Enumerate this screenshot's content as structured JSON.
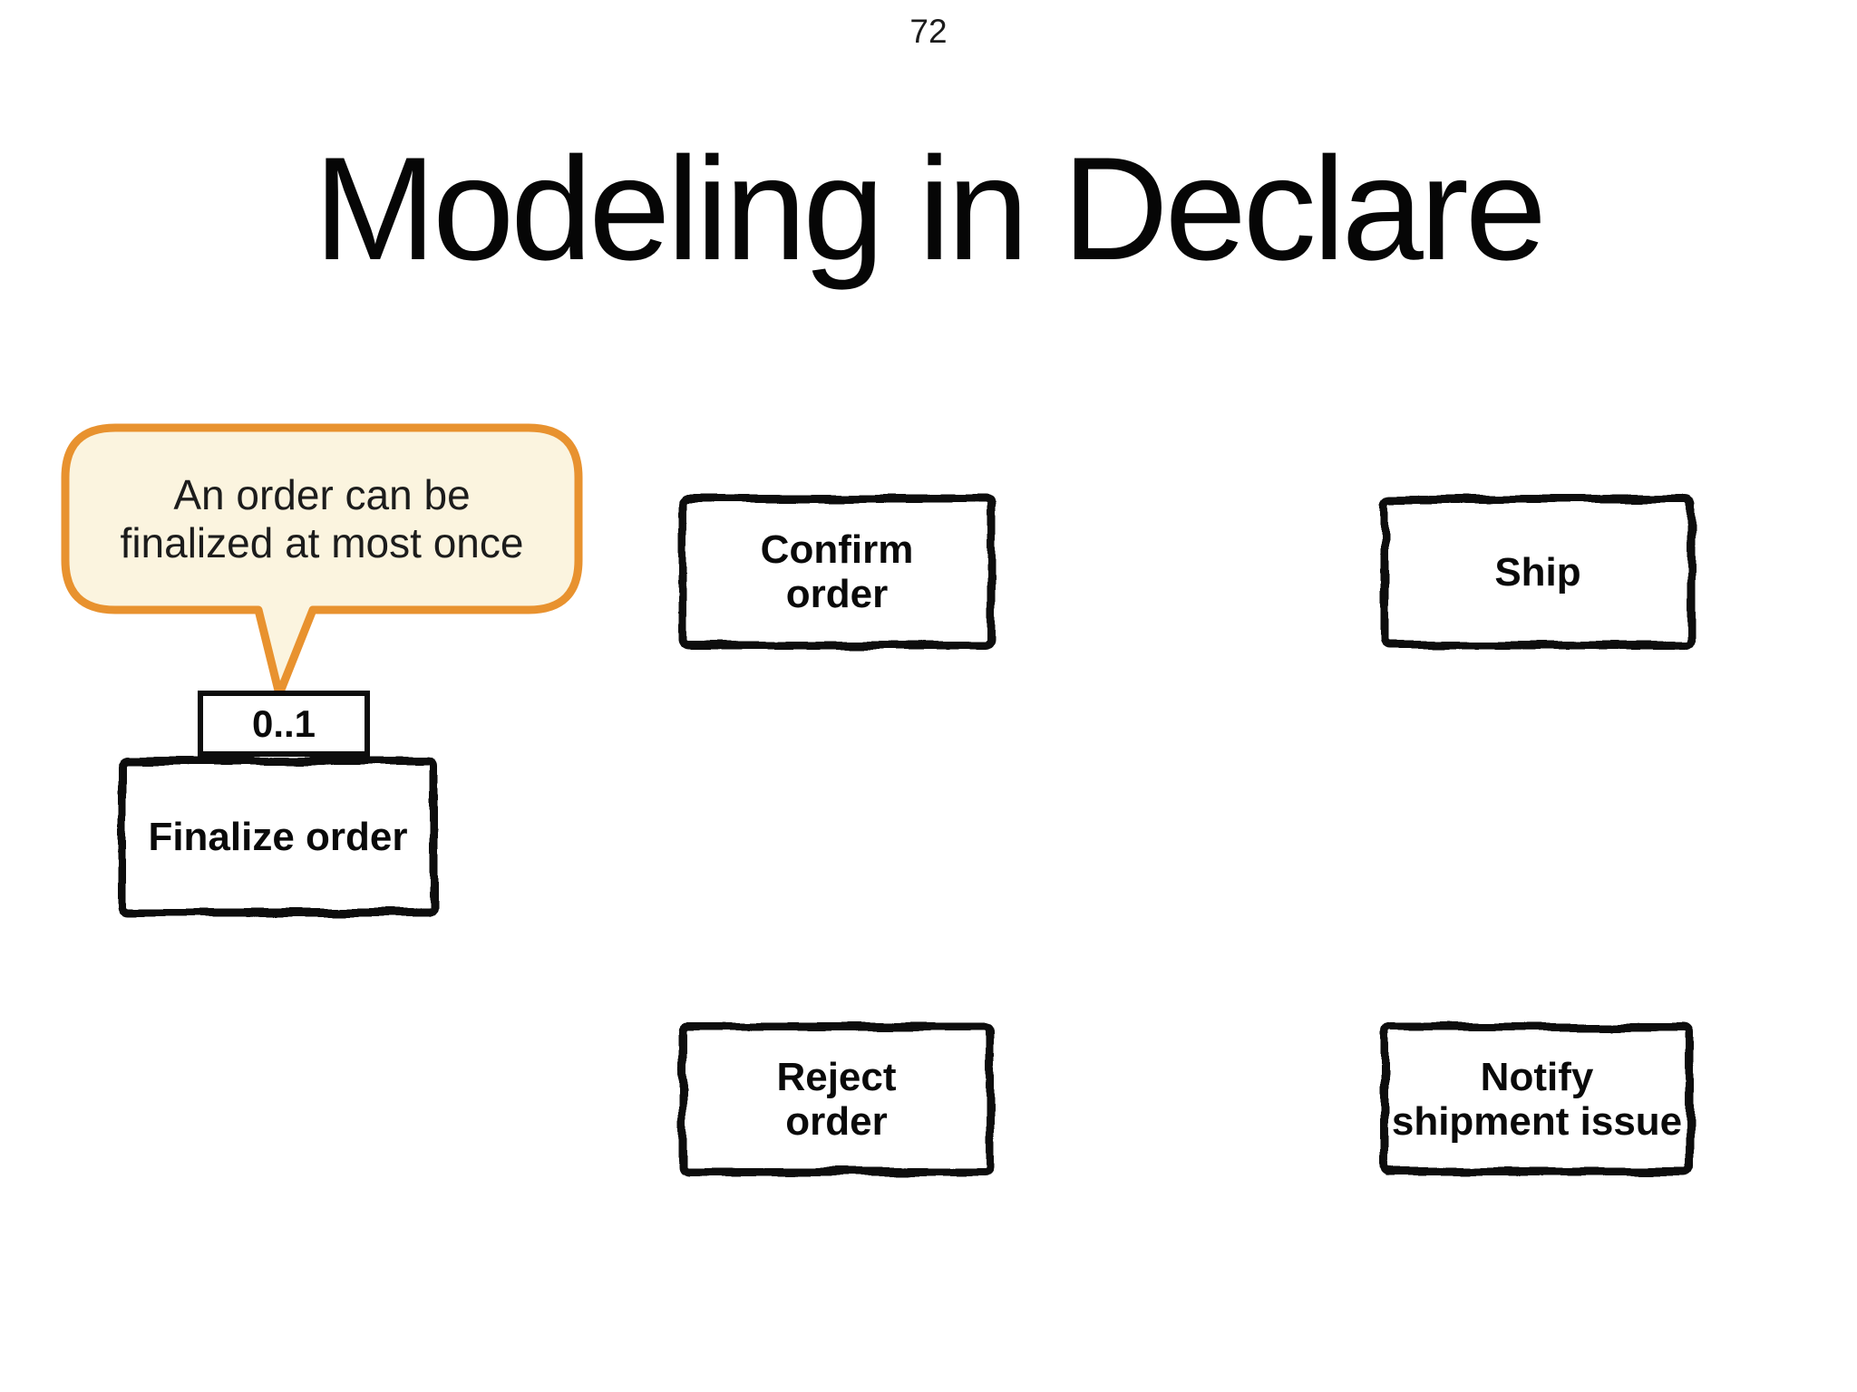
{
  "slide": {
    "page_number": "72",
    "title": "Modeling in Declare"
  },
  "callout": {
    "text": "An order can be\nfinalized at most once",
    "border_color": "#E8922F",
    "fill_color": "#FBF4DF",
    "text_color": "#1C1C1C"
  },
  "constraint": {
    "label": "0..1"
  },
  "activities": {
    "finalize": {
      "label": "Finalize order"
    },
    "confirm": {
      "label": "Confirm\norder"
    },
    "ship": {
      "label": "Ship"
    },
    "reject": {
      "label": "Reject\norder"
    },
    "notify": {
      "label": "Notify\nshipment issue"
    }
  },
  "colors": {
    "background": "#FFFFFF",
    "box_border": "#0D0D0D",
    "box_fill": "#FFFFFF",
    "text": "#0A0A0A"
  }
}
